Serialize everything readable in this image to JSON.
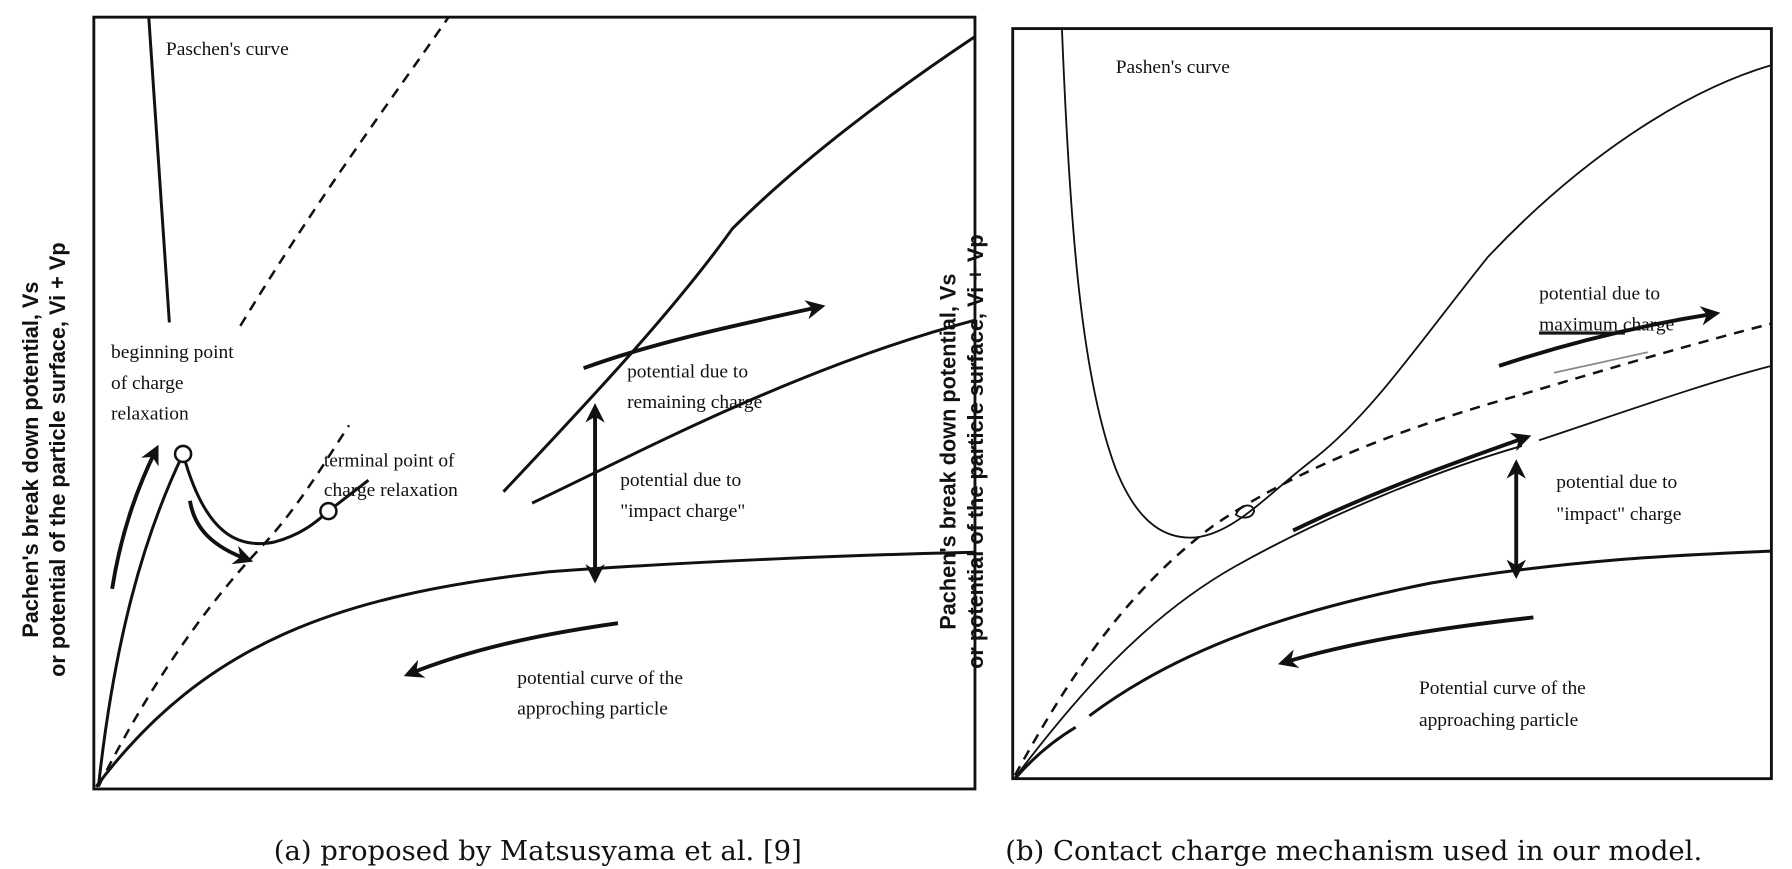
{
  "panel_a": {
    "y_label_line1": "Pachen's break down potential, Vs",
    "y_label_line2": "or potential of the particle surface, Vi + Vp",
    "paschen_label": "Paschen's curve",
    "remaining_line1": "potential due to",
    "remaining_line2": "remaining charge",
    "beginning_line1": "beginning point",
    "beginning_line2": "of charge",
    "beginning_line3": "relaxation",
    "terminal_line1": "terminal point of",
    "terminal_line2": "charge relaxation",
    "impact_line1": "potential due to",
    "impact_line2": "\"impact charge\"",
    "approach_line1": "potential curve of the",
    "approach_line2": "approching particle",
    "caption": "(a) proposed by Matsusyama et al. [9]"
  },
  "panel_b": {
    "y_label_line1": "Pachen's break down potential, Vs",
    "y_label_line2": "or potential of the particle surface, Vi + Vp",
    "paschen_label": "Pashen's curve",
    "maximum_line1": "potential due to",
    "maximum_word": "maximum",
    "maximum_rest": " charge",
    "impact_line1": "potential due to",
    "impact_line2": "\"impact\" charge",
    "approach_line1": "Potential curve of the",
    "approach_line2": "approaching particle",
    "caption": "(b) Contact charge mechanism used in our model."
  }
}
